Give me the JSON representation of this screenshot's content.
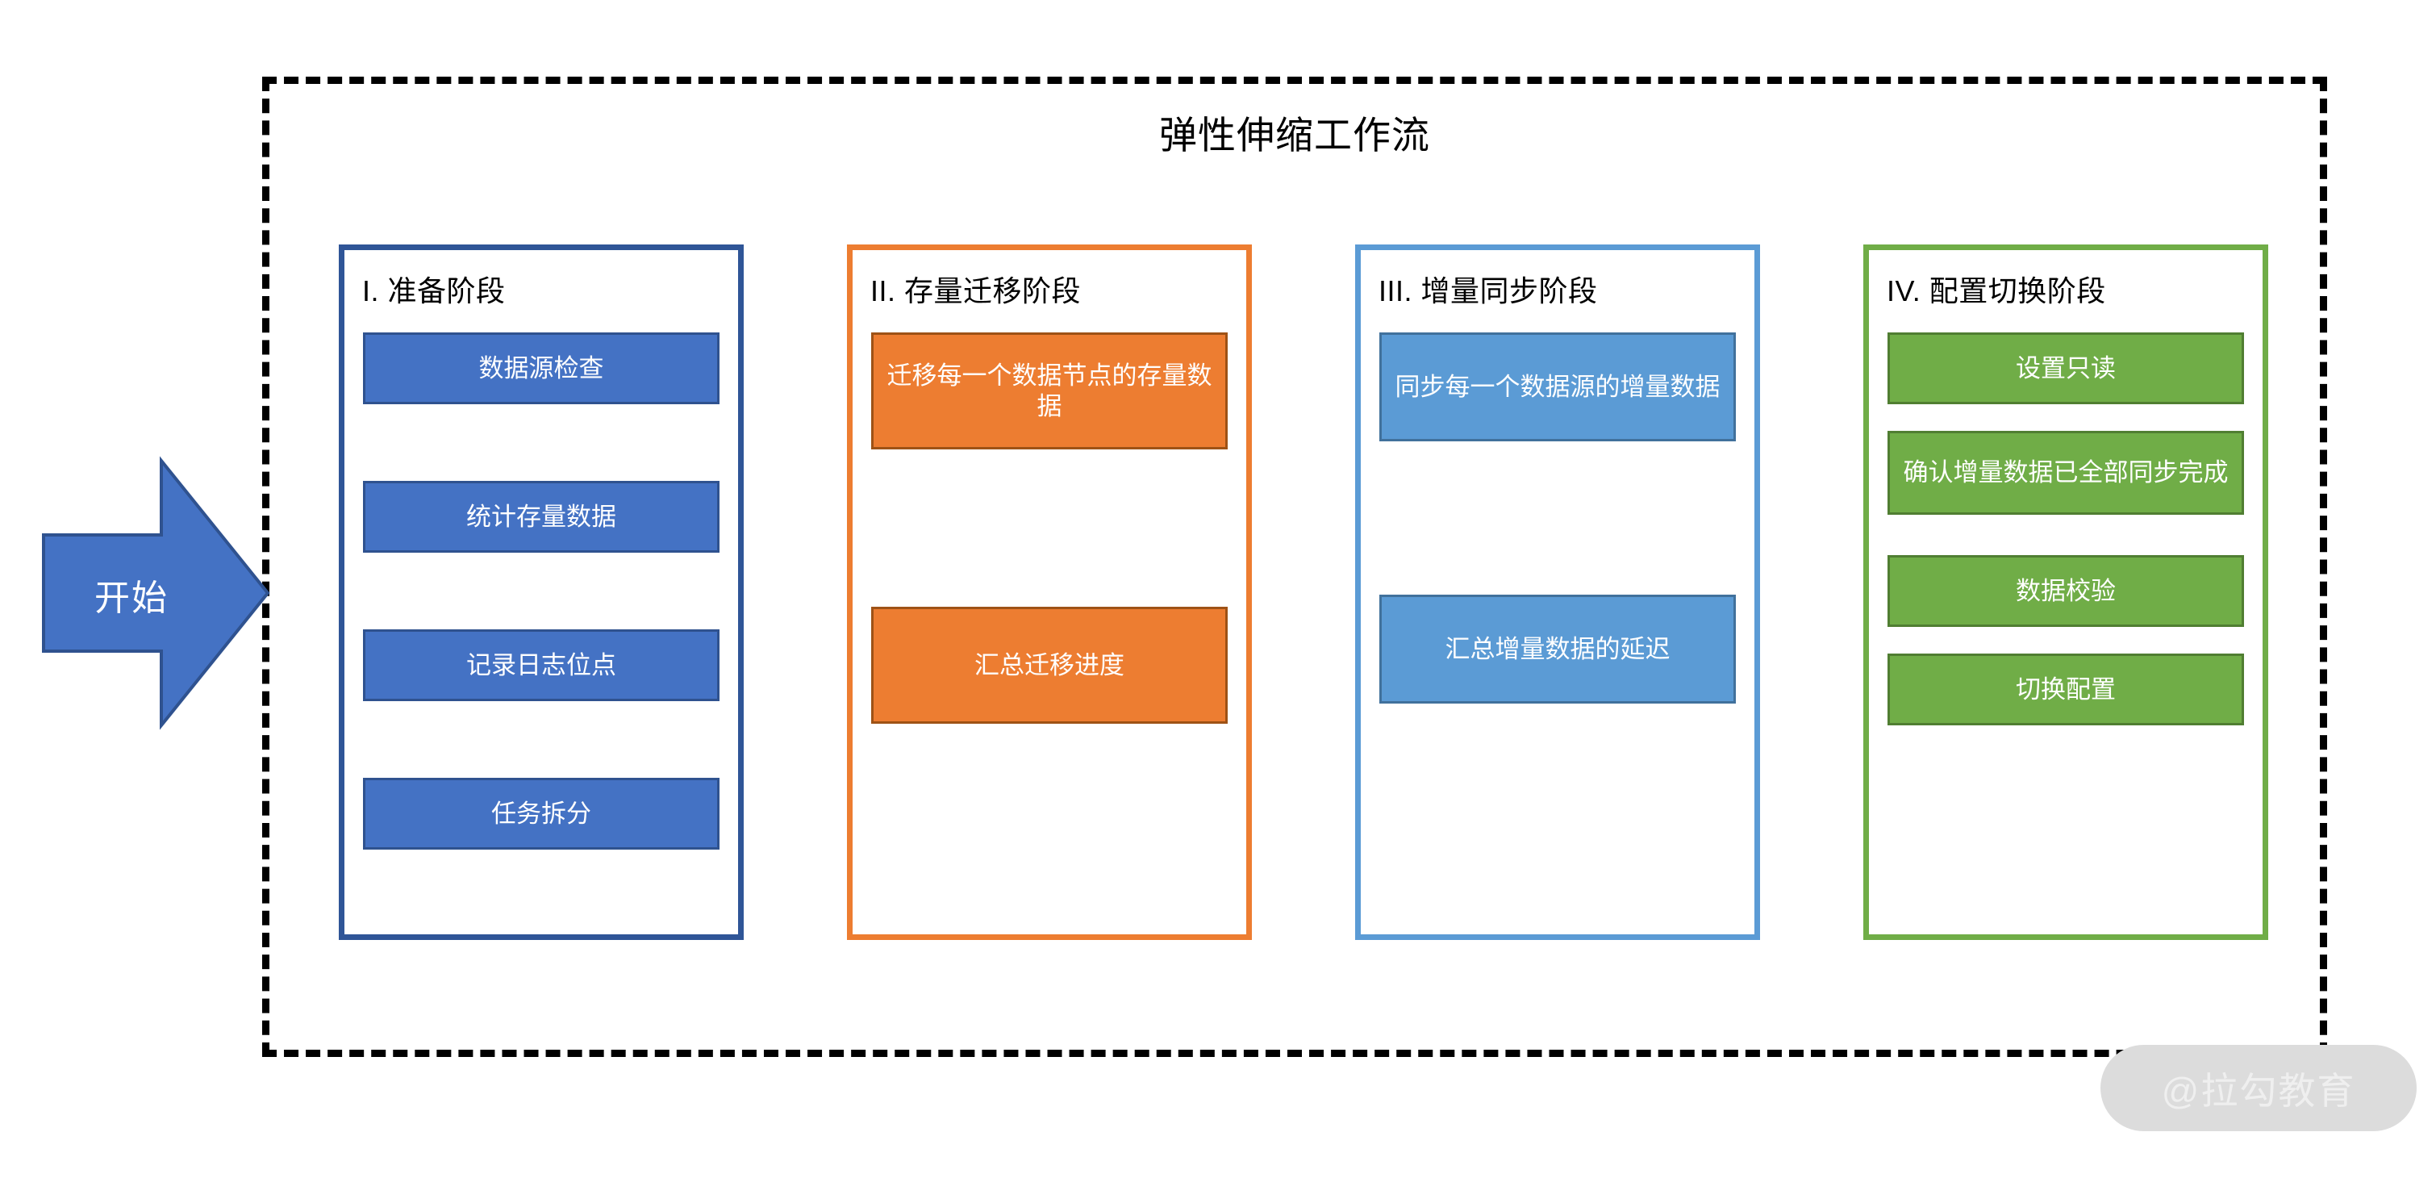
{
  "diagram": {
    "title": "弹性伸缩工作流",
    "start": {
      "label": "开始",
      "icon": "right-arrow-icon",
      "fill": "#4472C4",
      "border": "#2F528F"
    },
    "frame": {
      "style": "dashed",
      "color": "#000000"
    },
    "watermark": {
      "text": "@拉勾教育",
      "pill_color": "#dcdcdc",
      "text_color": "#efefef"
    },
    "phases": [
      {
        "title": "I. 准备阶段",
        "accent": "#4472C4",
        "border": "#2F5597",
        "card_fill": "#4472C4",
        "card_border": "#2F528F",
        "tasks": [
          {
            "label": "数据源检查"
          },
          {
            "label": "统计存量数据"
          },
          {
            "label": "记录日志位点"
          },
          {
            "label": "任务拆分"
          }
        ]
      },
      {
        "title": "II. 存量迁移阶段",
        "accent": "#ED7D31",
        "border": "#ED7D31",
        "card_fill": "#ED7D31",
        "card_border": "#9E5216",
        "tasks": [
          {
            "label": "迁移每一个数据节点的存量数据"
          },
          {
            "label": "汇总迁移进度"
          }
        ]
      },
      {
        "title": "III. 增量同步阶段",
        "accent": "#5B9BD5",
        "border": "#5B9BD5",
        "card_fill": "#5B9BD5",
        "card_border": "#41719C",
        "tasks": [
          {
            "label": "同步每一个数据源的增量数据"
          },
          {
            "label": "汇总增量数据的延迟"
          }
        ]
      },
      {
        "title": "IV. 配置切换阶段",
        "accent": "#70AD47",
        "border": "#70AD47",
        "card_fill": "#70AD47",
        "card_border": "#507E32",
        "tasks": [
          {
            "label": "设置只读"
          },
          {
            "label": "确认增量数据已全部同步完成"
          },
          {
            "label": "数据校验"
          },
          {
            "label": "切换配置"
          }
        ]
      }
    ]
  }
}
